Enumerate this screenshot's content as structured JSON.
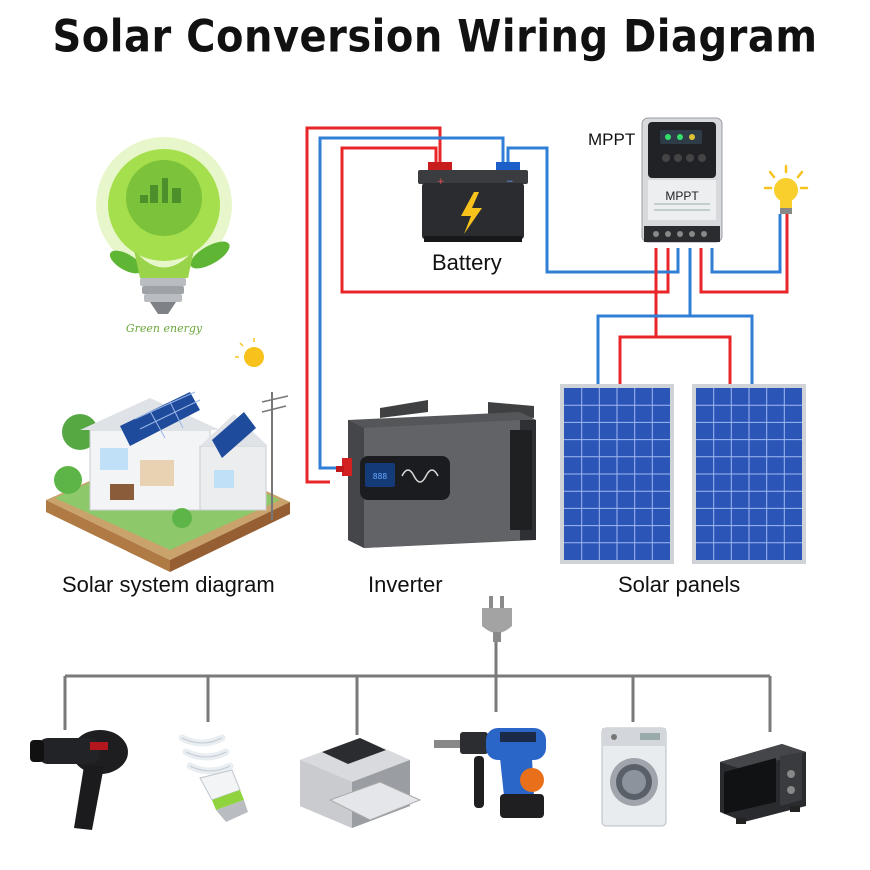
{
  "title": "Solar Conversion Wiring Diagram",
  "labels": {
    "battery": "Battery",
    "mppt": "MPPT",
    "mppt_panel": "MPPT",
    "inverter": "Inverter",
    "solar_panels": "Solar panels",
    "system_diagram": "Solar system diagram",
    "green_energy": "Green energy"
  },
  "colors": {
    "positive_wire": "#e8262a",
    "negative_wire": "#2f7fd6",
    "bus_wire": "#7a7a7a",
    "panel_blue": "#2b56b8",
    "bulb_green": "#8bd13a",
    "inverter_body": "#5d5e60"
  },
  "appliances": [
    {
      "name": "hair-dryer-icon"
    },
    {
      "name": "cfl-bulb-icon"
    },
    {
      "name": "printer-icon"
    },
    {
      "name": "power-drill-icon"
    },
    {
      "name": "washing-machine-icon"
    },
    {
      "name": "microwave-oven-icon"
    }
  ]
}
